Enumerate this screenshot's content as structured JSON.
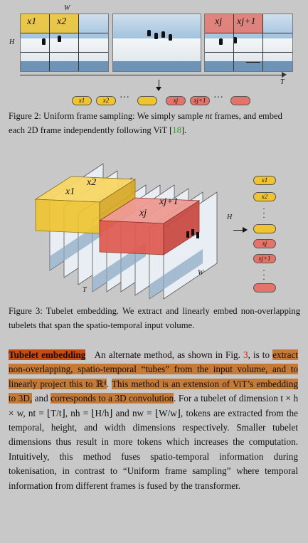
{
  "figure2": {
    "labels": {
      "W": "W",
      "H": "H",
      "T": "T",
      "x1": "x1",
      "x2": "x2",
      "xj": "xj",
      "xj1": "xj+1"
    },
    "tokens": [
      "x1",
      "x2",
      "xj",
      "xj+1"
    ],
    "ellipsis": "···",
    "caption_prefix": "Figure 2: Uniform frame sampling: We simply sample",
    "caption_math": "nt",
    "caption_rest": "frames, and embed each 2D frame independently following ViT [",
    "caption_cite": "18",
    "caption_end": "]."
  },
  "figure3": {
    "labels": {
      "H": "H",
      "W": "W",
      "T": "T",
      "x1": "x1",
      "x2": "x2",
      "xj": "xj",
      "xj1": "xj+1"
    },
    "tokens": [
      "x1",
      "x2",
      "xj",
      "xj+1"
    ],
    "caption": "Figure 3: Tubelet embedding. We extract and linearly embed non-overlapping tubelets that span the spatio-temporal input volume."
  },
  "paragraph": {
    "heading": "Tubelet embedding",
    "s1": "An alternate method, as shown in Fig.",
    "fig_ref": "3",
    "s2": ", is to",
    "s3": "extract non-overlapping, spatio-temporal “tubes” from the input volume, and to linearly project this to ℝᵈ",
    "s4": ".",
    "s5": "This method is an extension of ViT’s embedding to 3D,",
    "s6": "and",
    "s7": "corresponds to a 3D convolution",
    "s8": ". For a tubelet of dimension t × h × w, nt = ⌊T/t⌋, nh = ⌊H/h⌋ and nw = ⌊W/w⌋, tokens are extracted from the temporal, height, and width dimensions respectively. Smaller tubelet dimensions thus result in more tokens which increases the computation. Intuitively, this method fuses spatio-temporal information during tokenisation, in contrast to “Uniform frame sampling” where temporal information from different frames is fused by the transformer."
  },
  "colors": {
    "yellow": "#f0c42e",
    "red": "#e4746a",
    "highlight_dark": "#c84a12",
    "highlight": "#c77a35"
  }
}
